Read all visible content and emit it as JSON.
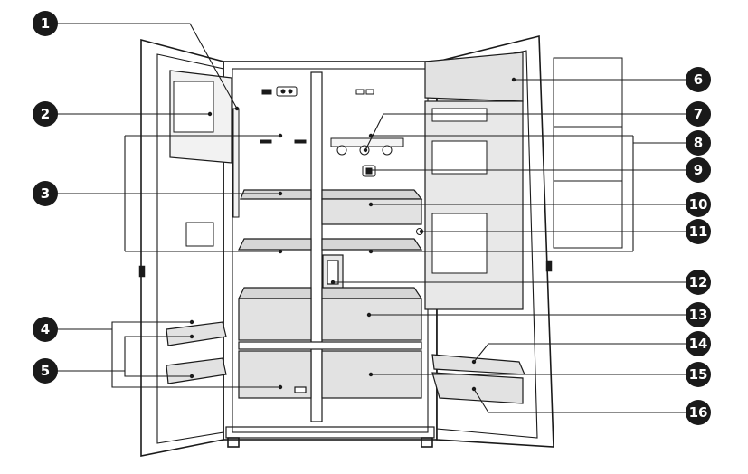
{
  "diagram": {
    "callouts": [
      {
        "number": "1"
      },
      {
        "number": "2"
      },
      {
        "number": "3"
      },
      {
        "number": "4"
      },
      {
        "number": "5"
      },
      {
        "number": "6"
      },
      {
        "number": "7"
      },
      {
        "number": "8"
      },
      {
        "number": "9"
      },
      {
        "number": "10"
      },
      {
        "number": "11"
      },
      {
        "number": "12"
      },
      {
        "number": "13"
      },
      {
        "number": "14"
      },
      {
        "number": "15"
      },
      {
        "number": "16"
      }
    ],
    "colors": {
      "line": "#1a1a1a",
      "badge": "#1a1a1a",
      "shelf_fill": "#d6d6d6",
      "bin_fill": "#e2e2e2",
      "panel_fill": "#f2f2f2"
    }
  }
}
